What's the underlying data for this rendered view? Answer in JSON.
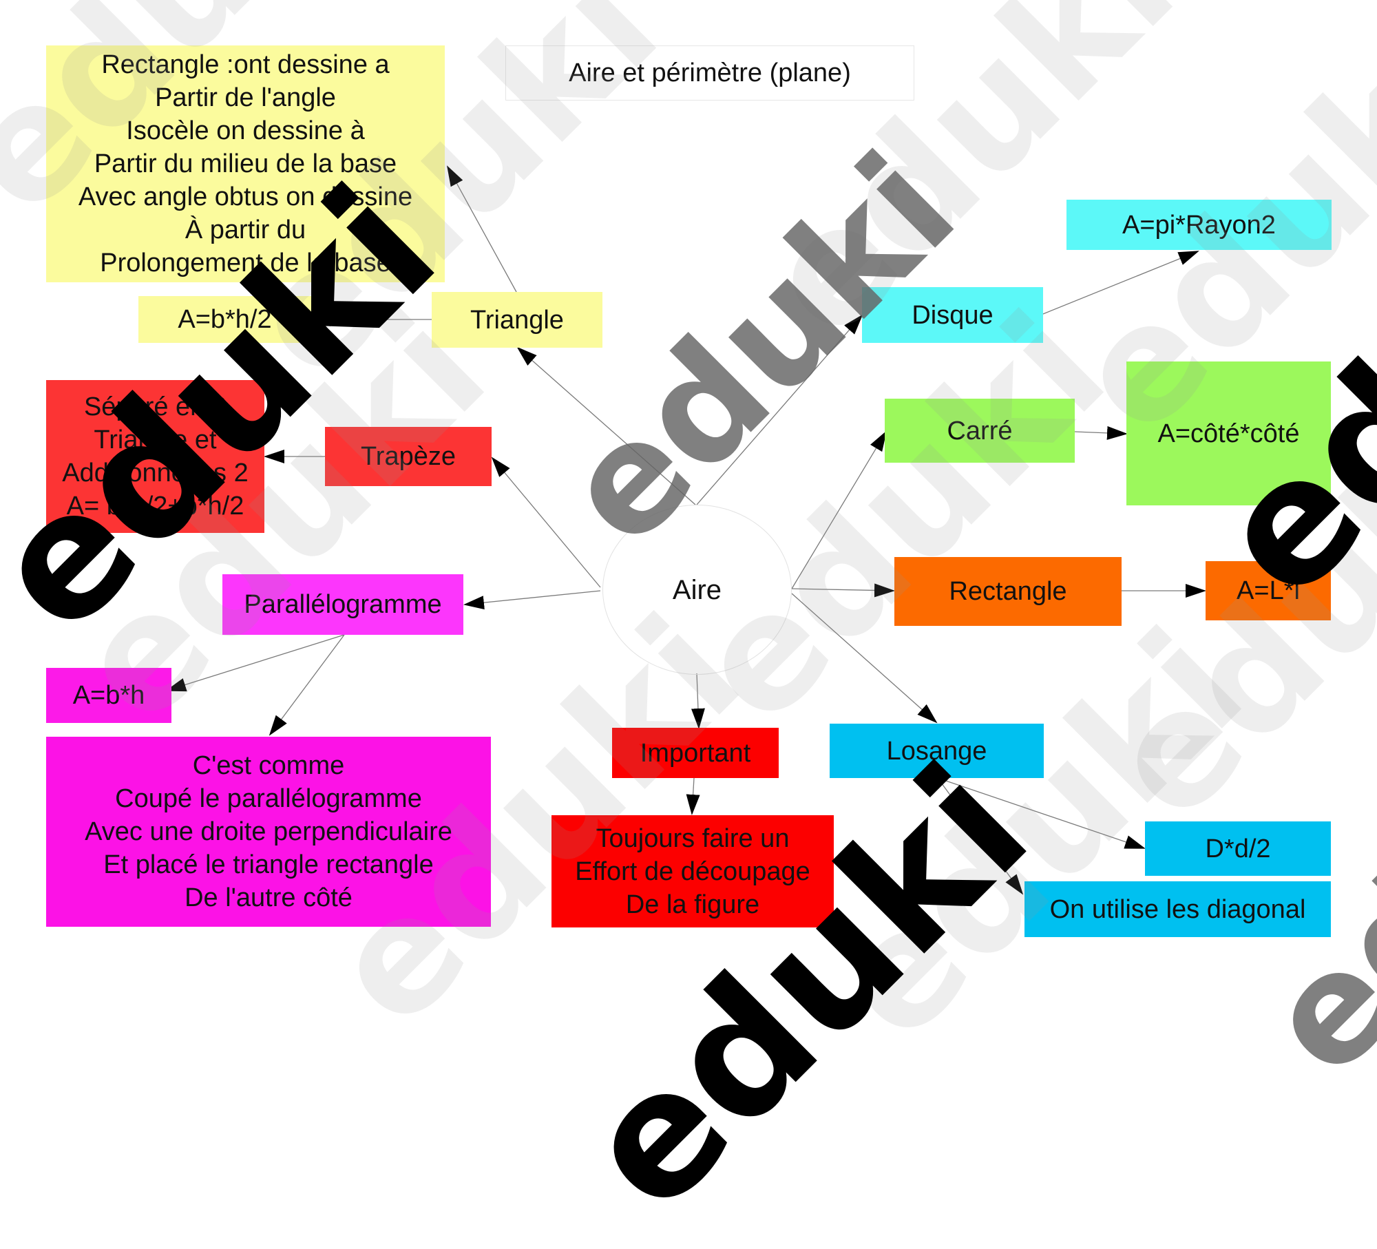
{
  "title": "Aire et périmètre (plane)",
  "center": "Aire",
  "nodes": {
    "triangle_note": {
      "text": "Rectangle :ont dessine a\nPartir de l'angle\nIsocèle on dessine à\nPartir du milieu de la base\nAvec angle obtus on dessine\nÀ partir du\nProlongement de la base",
      "color": "#fbfb9d"
    },
    "triangle_formula": {
      "text": "A=b*h/2",
      "color": "#fbfb9d"
    },
    "triangle": {
      "text": "Triangle",
      "color": "#fbfb9d"
    },
    "trapeze_note": {
      "text": "Séparé en 2\nTriangle et\nAdditionné les 2\nA= b*h/2+b*h/2",
      "color": "#fc3434"
    },
    "trapeze": {
      "text": "Trapèze",
      "color": "#fc3434"
    },
    "parallelogramme": {
      "text": "Parallélogramme",
      "color": "#fc36fc"
    },
    "parallelogramme_formula": {
      "text": "A=b*h",
      "color": "#fc1ae8"
    },
    "parallelogramme_note": {
      "text": "C'est comme\nCoupé le parallélogramme\nAvec une droite perpendiculaire\nEt placé le triangle rectangle\nDe l'autre côté",
      "color": "#fc12e6"
    },
    "important": {
      "text": "Important",
      "color": "#fc0000"
    },
    "important_note": {
      "text": "Toujours faire un\nEffort de découpage\nDe la figure",
      "color": "#fc0000"
    },
    "disque": {
      "text": "Disque",
      "color": "#5cf8f8"
    },
    "disque_formula": {
      "text": "A=pi*Rayon2",
      "color": "#5cf8f8"
    },
    "carre": {
      "text": "Carré",
      "color": "#9cf85c"
    },
    "carre_formula": {
      "text": "A=côté*côté",
      "color": "#9cf85c"
    },
    "rectangle": {
      "text": "Rectangle",
      "color": "#fc6a00"
    },
    "rectangle_formula": {
      "text": "A=L*l",
      "color": "#fc6a00"
    },
    "losange": {
      "text": "Losange",
      "color": "#00c0f0"
    },
    "losange_formula": {
      "text": "D*d/2",
      "color": "#00c0f0"
    },
    "losange_note": {
      "text": "On utilise les diagonal",
      "color": "#00c0f0"
    }
  },
  "watermark": "eduki"
}
